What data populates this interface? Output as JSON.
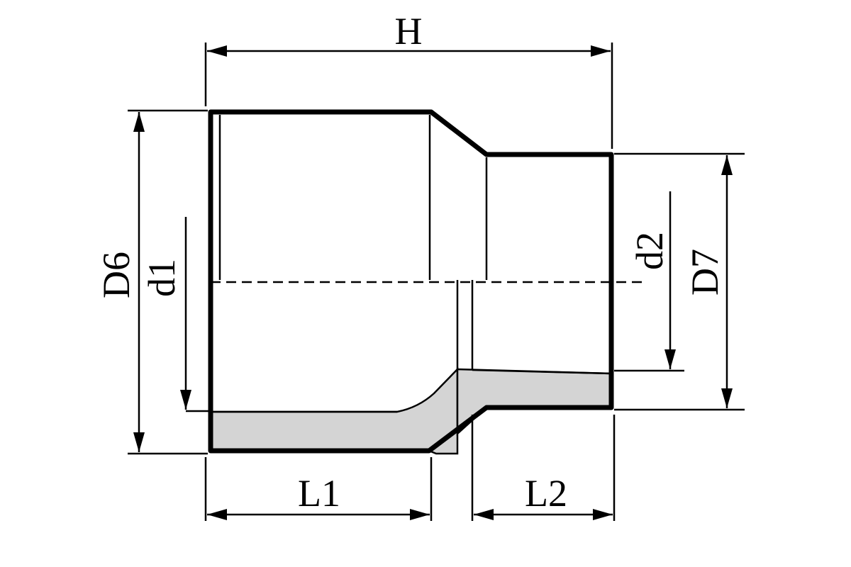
{
  "labels": {
    "overall_length": "H",
    "outer_diameter_large": "D6",
    "inner_diameter_large": "d1",
    "inner_diameter_small": "d2",
    "outer_diameter_small": "D7",
    "socket_depth_large": "L1",
    "socket_depth_small": "L2"
  },
  "colors": {
    "line": "#000000",
    "wall_section": "#d4d4d4",
    "background": "#ffffff"
  }
}
